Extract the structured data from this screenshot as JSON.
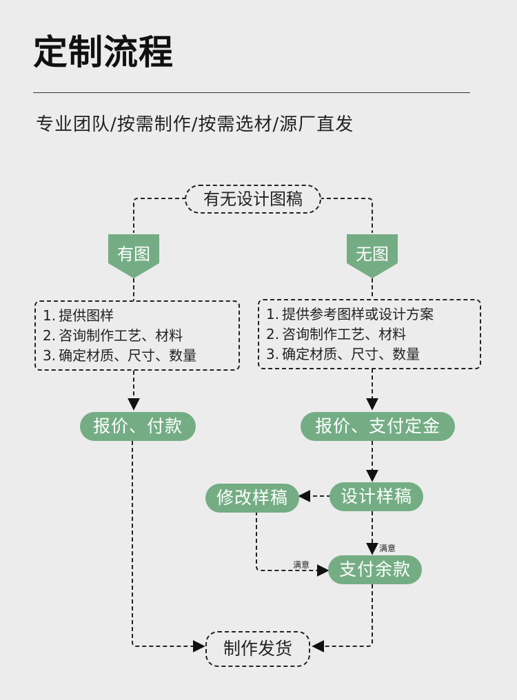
{
  "header": {
    "title": "定制流程",
    "subtitle": "专业团队/按需制作/按需选材/源厂直发"
  },
  "colors": {
    "accent_green": "#74ad84",
    "line": "#222222",
    "background": "#ececec"
  },
  "flow": {
    "start": "有无设计图稿",
    "left_branch": {
      "label": "有图",
      "steps": [
        {
          "num": "1.",
          "text": "提供图样"
        },
        {
          "num": "2.",
          "text": "咨询制作工艺、材料"
        },
        {
          "num": "3.",
          "text": "确定材质、尺寸、数量"
        }
      ],
      "quote": "报价、付款"
    },
    "right_branch": {
      "label": "无图",
      "steps": [
        {
          "num": "1.",
          "text": "提供参考图样或设计方案"
        },
        {
          "num": "2.",
          "text": "咨询制作工艺、材料"
        },
        {
          "num": "3.",
          "text": "确定材质、尺寸、数量"
        }
      ],
      "quote": "报价、支付定金",
      "design": "设计样稿",
      "revise": "修改样稿",
      "pay_rest": "支付余款",
      "satisfied_1": "满意",
      "satisfied_2": "满意"
    },
    "end": "制作发货"
  }
}
